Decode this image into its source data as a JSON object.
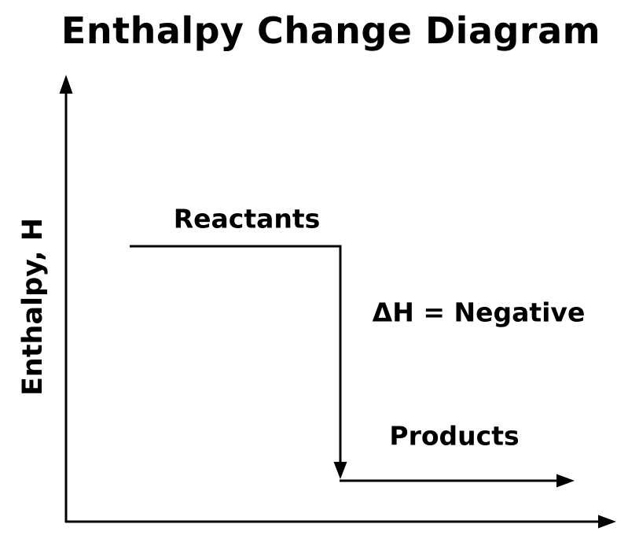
{
  "title": "Enthalpy Change Diagram",
  "y_axis": {
    "label": "Enthalpy, H"
  },
  "labels": {
    "reactants": "Reactants",
    "delta_h": "ΔH = Negative",
    "products": "Products"
  },
  "colors": {
    "ink": "#000000",
    "background": "#ffffff"
  },
  "diagram": {
    "type": "enthalpy-energy-level-diagram",
    "levels": [
      {
        "name": "Reactants",
        "relative_enthalpy": "high"
      },
      {
        "name": "Products",
        "relative_enthalpy": "low"
      }
    ],
    "enthalpy_change": "Negative",
    "transition": "Reactants level steps down to Products level"
  }
}
